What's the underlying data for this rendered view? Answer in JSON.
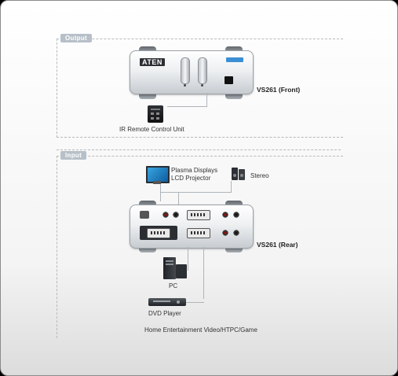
{
  "sections": {
    "output_label": "Output",
    "input_label": "Input"
  },
  "devices": {
    "front_caption": "VS261 (Front)",
    "rear_caption": "VS261 (Rear)",
    "logo_text": "ATEN",
    "remote_caption": "IR Remote Control Unit",
    "display_caption_line1": "Plasma Displays",
    "display_caption_line2": "LCD Projector",
    "stereo_caption": "Stereo",
    "pc_caption": "PC",
    "dvd_caption": "DVD Player",
    "bottom_caption": "Home Entertainment Video/HTPC/Game"
  },
  "colors": {
    "section_label_bg": "#b7c0c8",
    "device_body": "#eef0f2",
    "wire": "#aeb4ba",
    "jack_red": "#b10000"
  },
  "icons": [
    "remote-icon",
    "monitor-icon",
    "speaker-icon",
    "pc-tower-icon",
    "dvd-player-icon"
  ]
}
